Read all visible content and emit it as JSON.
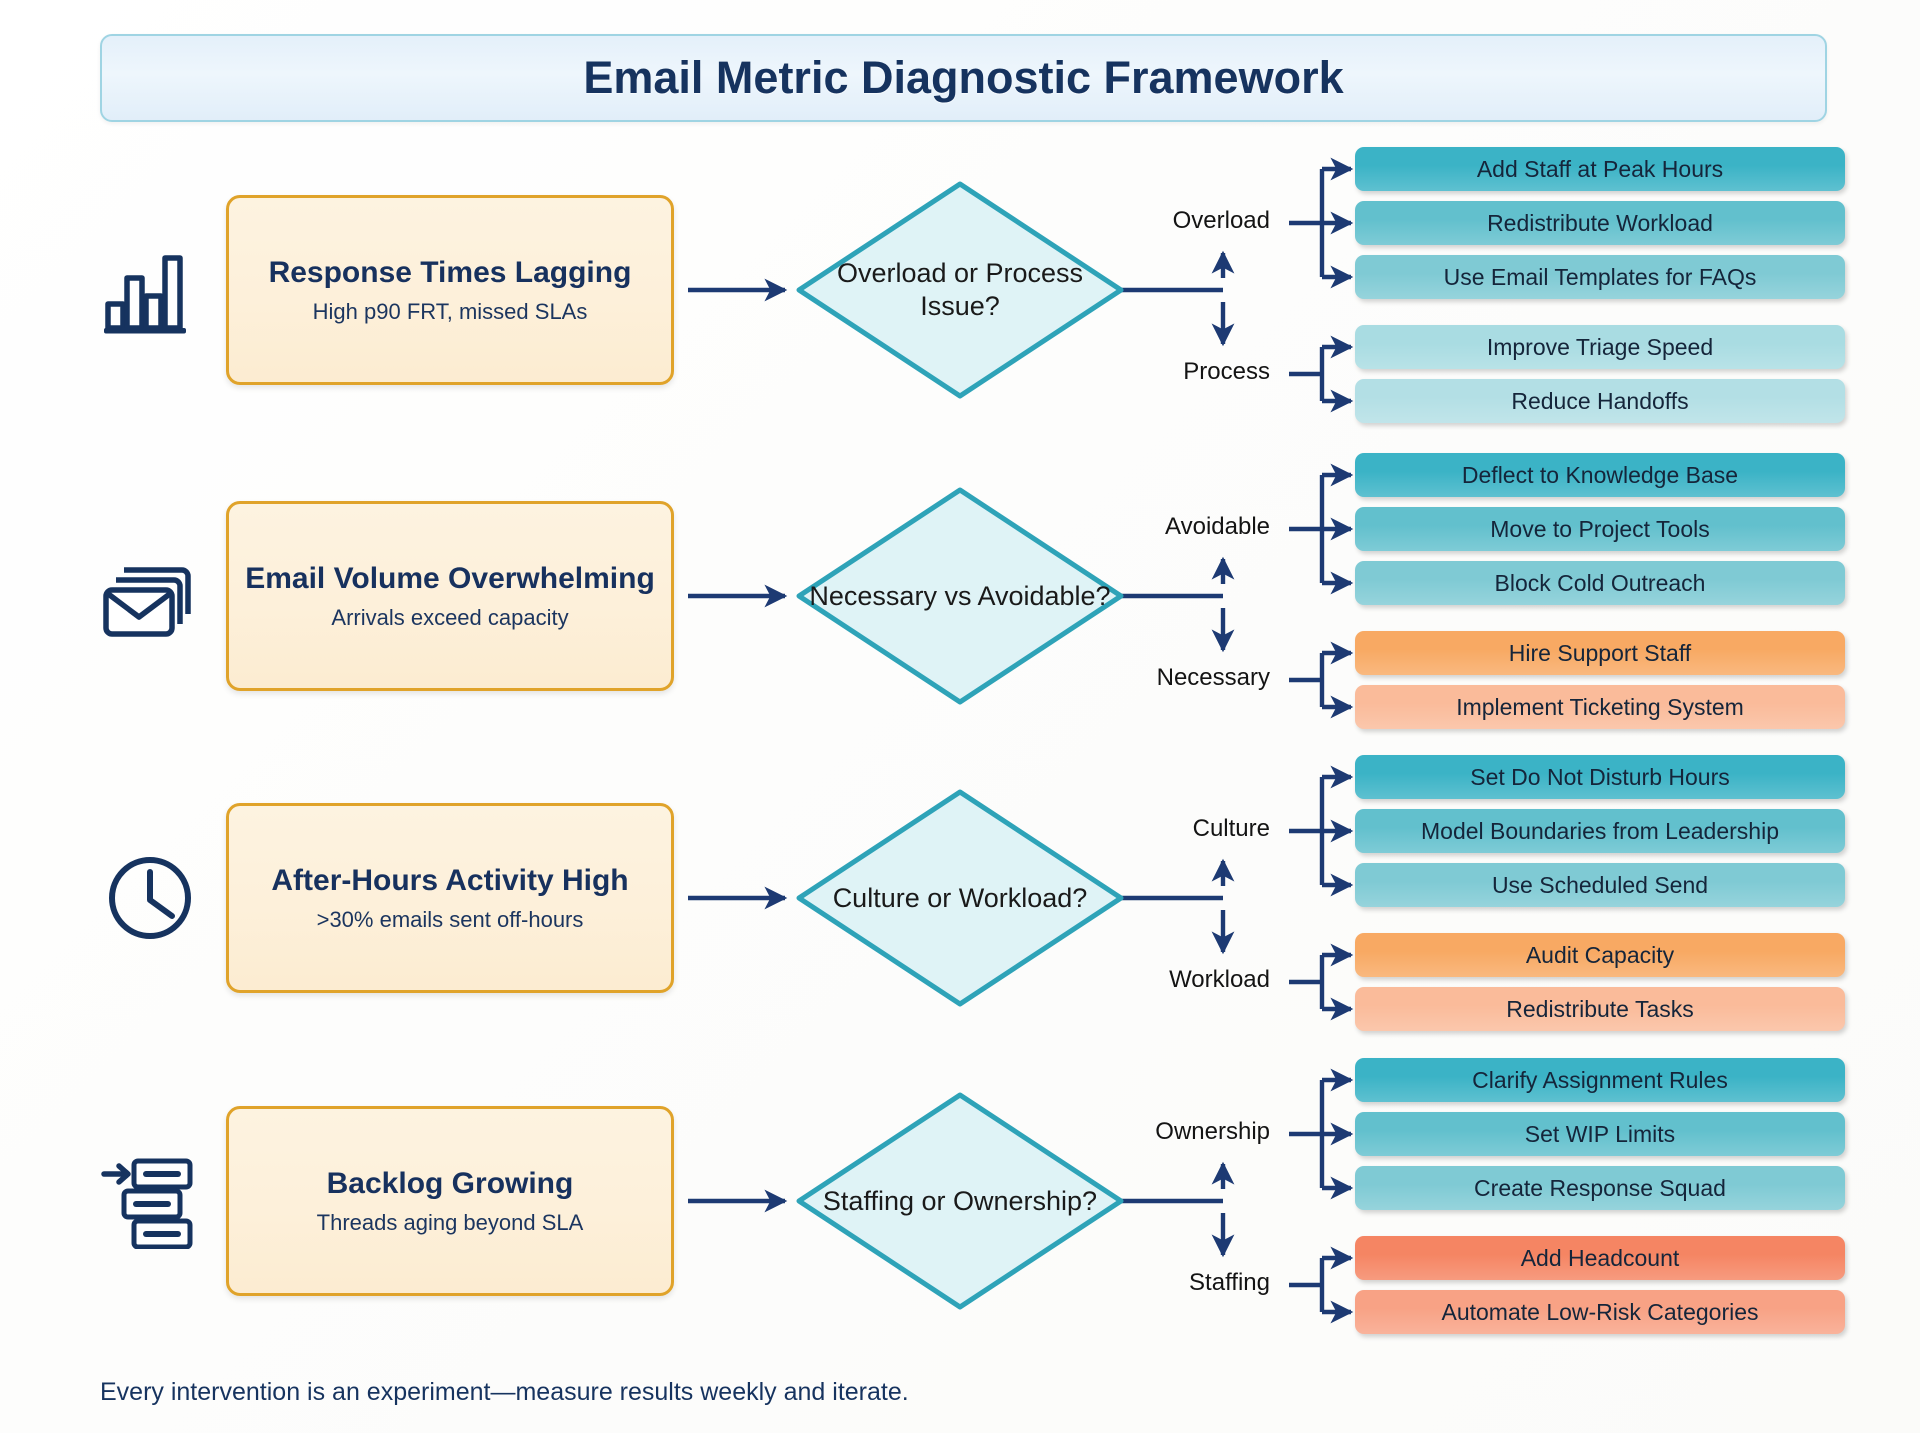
{
  "header": {
    "title": "Email Metric Diagnostic Framework"
  },
  "footer": {
    "note": "Every intervention is an experiment—measure results weekly and iterate."
  },
  "colors": {
    "navy": "#16335f",
    "arrow_navy": "#1d3a73",
    "gold_border": "#e0a32a",
    "card_fill": "#fdf0da",
    "teal_border": "#2ea3b8",
    "diamond_fill": "#dff3f6",
    "teal_1": "#3bb3c6",
    "teal_2": "#62c0cd",
    "teal_3": "#7fcad4",
    "teal_4": "#a9dce2",
    "teal_5": "#b9e2e7",
    "orange_1": "#f8a963",
    "orange_2": "#fabb9a",
    "coral_1": "#f58563",
    "coral_2": "#f8a285",
    "title_bar": "#e8f3fb"
  },
  "rows": [
    {
      "icon": "bar-chart-icon",
      "problem": {
        "title": "Response Times Lagging",
        "subtitle": "High p90 FRT, missed SLAs"
      },
      "decision": "Overload or Process Issue?",
      "branches": [
        {
          "label": "Overload",
          "actions": [
            {
              "text": "Add Staff at Peak Hours",
              "color": "#3bb3c6"
            },
            {
              "text": "Redistribute Workload",
              "color": "#62c0cd"
            },
            {
              "text": "Use Email Templates for FAQs",
              "color": "#7fcad4"
            }
          ]
        },
        {
          "label": "Process",
          "actions": [
            {
              "text": "Improve Triage Speed",
              "color": "#a9dce2"
            },
            {
              "text": "Reduce Handoffs",
              "color": "#b3dfe5"
            }
          ]
        }
      ]
    },
    {
      "icon": "stacked-envelopes-icon",
      "problem": {
        "title": "Email Volume Overwhelming",
        "subtitle": "Arrivals exceed capacity"
      },
      "decision": "Necessary vs Avoidable?",
      "branches": [
        {
          "label": "Avoidable",
          "actions": [
            {
              "text": "Deflect to Knowledge Base",
              "color": "#3bb3c6"
            },
            {
              "text": "Move to Project Tools",
              "color": "#62c0cd"
            },
            {
              "text": "Block Cold Outreach",
              "color": "#7fcad4"
            }
          ]
        },
        {
          "label": "Necessary",
          "actions": [
            {
              "text": "Hire Support Staff",
              "color": "#f8a963"
            },
            {
              "text": "Implement Ticketing System",
              "color": "#fabb9a"
            }
          ]
        }
      ]
    },
    {
      "icon": "clock-icon",
      "problem": {
        "title": "After-Hours Activity High",
        "subtitle": ">30% emails sent off-hours"
      },
      "decision": "Culture or Workload?",
      "branches": [
        {
          "label": "Culture",
          "actions": [
            {
              "text": "Set Do Not Disturb Hours",
              "color": "#3bb3c6"
            },
            {
              "text": "Model Boundaries from Leadership",
              "color": "#62c0cd"
            },
            {
              "text": "Use Scheduled Send",
              "color": "#7fcad4"
            }
          ]
        },
        {
          "label": "Workload",
          "actions": [
            {
              "text": "Audit Capacity",
              "color": "#f8a963"
            },
            {
              "text": "Redistribute Tasks",
              "color": "#fabb9a"
            }
          ]
        }
      ]
    },
    {
      "icon": "backlog-queue-icon",
      "problem": {
        "title": "Backlog Growing",
        "subtitle": "Threads aging beyond SLA"
      },
      "decision": "Staffing or Ownership?",
      "branches": [
        {
          "label": "Ownership",
          "actions": [
            {
              "text": "Clarify Assignment Rules",
              "color": "#3bb3c6"
            },
            {
              "text": "Set WIP Limits",
              "color": "#62c0cd"
            },
            {
              "text": "Create Response Squad",
              "color": "#7fcad4"
            }
          ]
        },
        {
          "label": "Staffing",
          "actions": [
            {
              "text": "Add Headcount",
              "color": "#f58563"
            },
            {
              "text": "Automate Low-Risk Categories",
              "color": "#f8a285"
            }
          ]
        }
      ]
    }
  ]
}
